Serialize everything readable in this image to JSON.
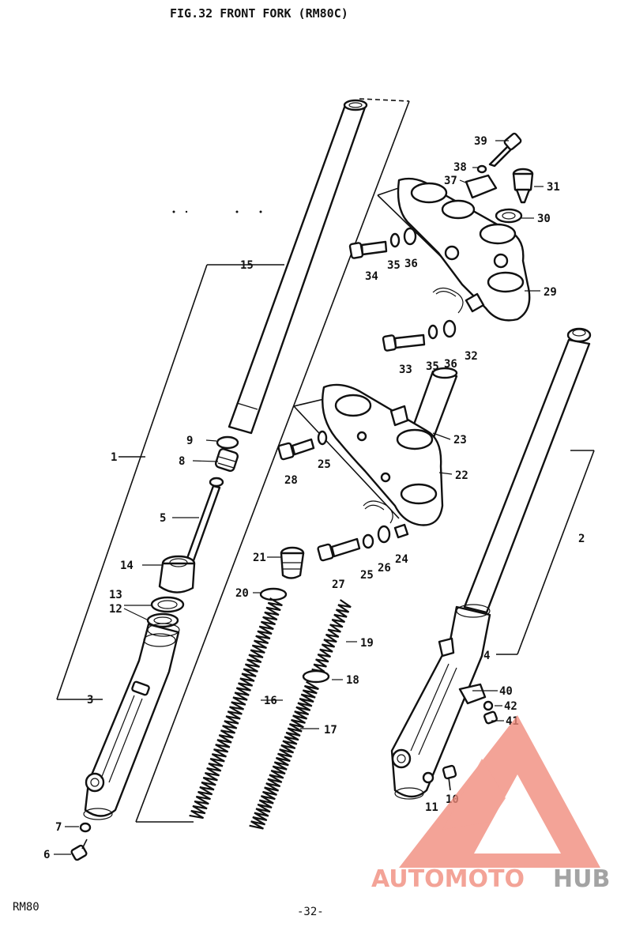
{
  "title": "FIG.32  FRONT FORK (RM80C)",
  "footer": {
    "model": "RM80",
    "page": "-32-"
  },
  "watermark": {
    "part1": "AUTOMOTO",
    "part2": "HUB",
    "color_primary": "#f08a7a",
    "color_secondary": "#8a8a8a"
  },
  "labels": {
    "p1": "1",
    "p2": "2",
    "p3": "3",
    "p4": "4",
    "p5": "5",
    "p6": "6",
    "p7": "7",
    "p8": "8",
    "p9": "9",
    "p10": "10",
    "p11": "11",
    "p12": "12",
    "p13": "13",
    "p14": "14",
    "p15": "15",
    "p16": "16",
    "p17": "17",
    "p18": "18",
    "p19": "19",
    "p20": "20",
    "p21": "21",
    "p22": "22",
    "p23": "23",
    "p24": "24",
    "p25a": "25",
    "p25b": "25",
    "p26": "26",
    "p27": "27",
    "p28": "28",
    "p29": "29",
    "p30": "30",
    "p31": "31",
    "p32": "32",
    "p33": "33",
    "p34": "34",
    "p35a": "35",
    "p35b": "35",
    "p36a": "36",
    "p36b": "36",
    "p37": "37",
    "p38": "38",
    "p39": "39",
    "p40": "40",
    "p41": "41",
    "p42": "42"
  }
}
